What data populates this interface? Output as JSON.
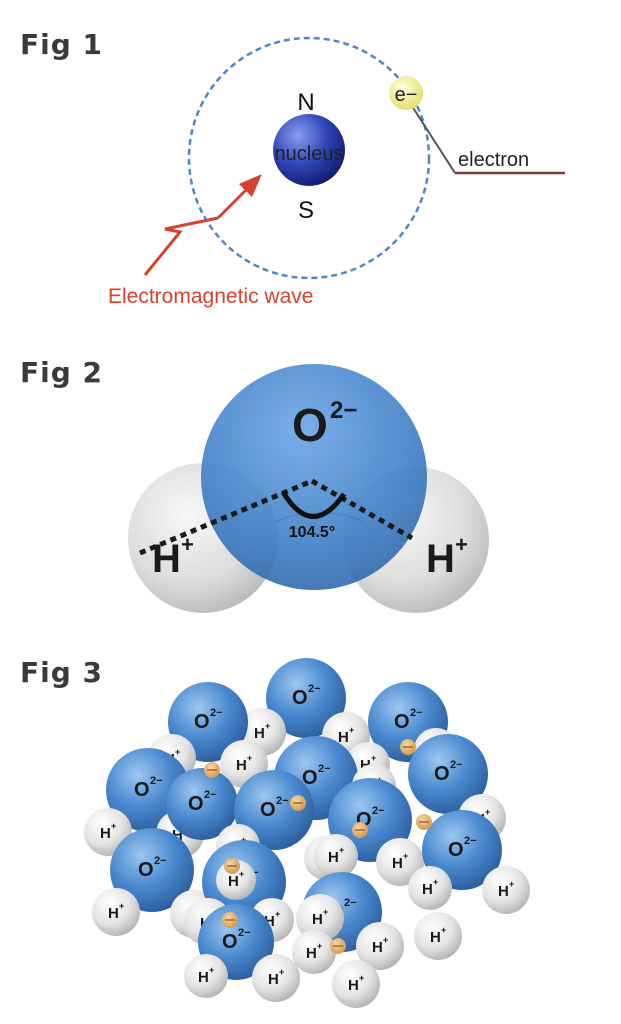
{
  "figures": {
    "fig1_title": "Fig 1",
    "fig2_title": "Fig 2",
    "fig3_title": "Fig 3"
  },
  "fig1": {
    "north_label": "N",
    "south_label": "S",
    "nucleus_label": "nucleus",
    "electron_symbol": "e−",
    "electron_label": "electron",
    "wave_label": "Electromagnetic wave"
  },
  "fig2": {
    "oxygen_label": "O",
    "oxygen_charge": "2−",
    "hydrogen_label": "H",
    "hydrogen_charge": "+",
    "angle_label": "104.5°"
  },
  "fig3": {
    "oxygen_label": "O",
    "oxygen_charge": "2−",
    "hydrogen_label": "H",
    "hydrogen_charge": "+"
  },
  "colors": {
    "oxygen_blue": "#3f7fc4",
    "hydrogen_gray": "#d7d7d7",
    "wave_red": "#d8412c",
    "orbit_blue": "#4f86c6",
    "electron_yellow": "#f3ef9a",
    "title_gray": "#3a3a3a"
  }
}
